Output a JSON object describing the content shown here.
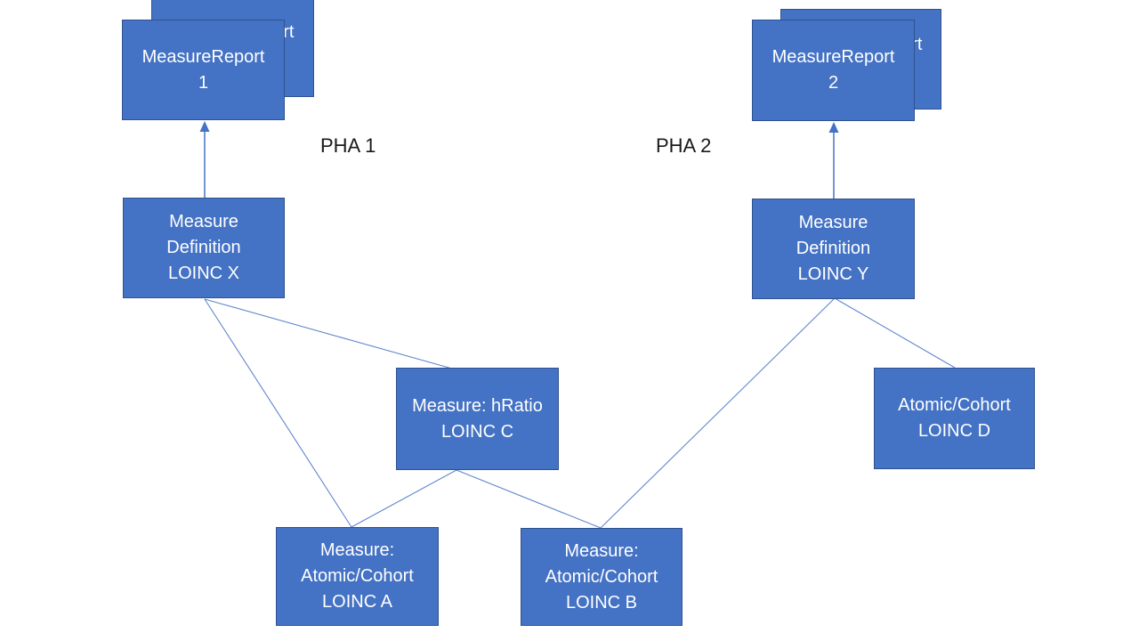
{
  "colors": {
    "node_fill": "#4472C4",
    "node_border": "#2F528F",
    "connector": "#4472C4",
    "node_text": "#FFFFFF",
    "region_label_text": "#1A1A1A",
    "background": "#FFFFFF"
  },
  "labels": {
    "pha1": "PHA 1",
    "pha2": "PHA 2"
  },
  "nodes": {
    "mr1_back": {
      "line1": "MeasureReport"
    },
    "mr1": {
      "line1": "MeasureReport",
      "line2": "1"
    },
    "mr2_back": {
      "line1": "MeasureReport"
    },
    "mr2": {
      "line1": "MeasureReport",
      "line2": "2"
    },
    "def_x": {
      "line1": "Measure",
      "line2": "Definition",
      "line3": "LOINC X"
    },
    "def_y": {
      "line1": "Measure",
      "line2": "Definition",
      "line3": "LOINC Y"
    },
    "hratio_c": {
      "line1": "Measure: hRatio",
      "line2": "LOINC C"
    },
    "atomic_d": {
      "line1": "Atomic/Cohort",
      "line2": "LOINC D"
    },
    "measure_a": {
      "line1": "Measure:",
      "line2": "Atomic/Cohort",
      "line3": "LOINC A"
    },
    "measure_b": {
      "line1": "Measure:",
      "line2": "Atomic/Cohort",
      "line3": "LOINC B"
    }
  }
}
